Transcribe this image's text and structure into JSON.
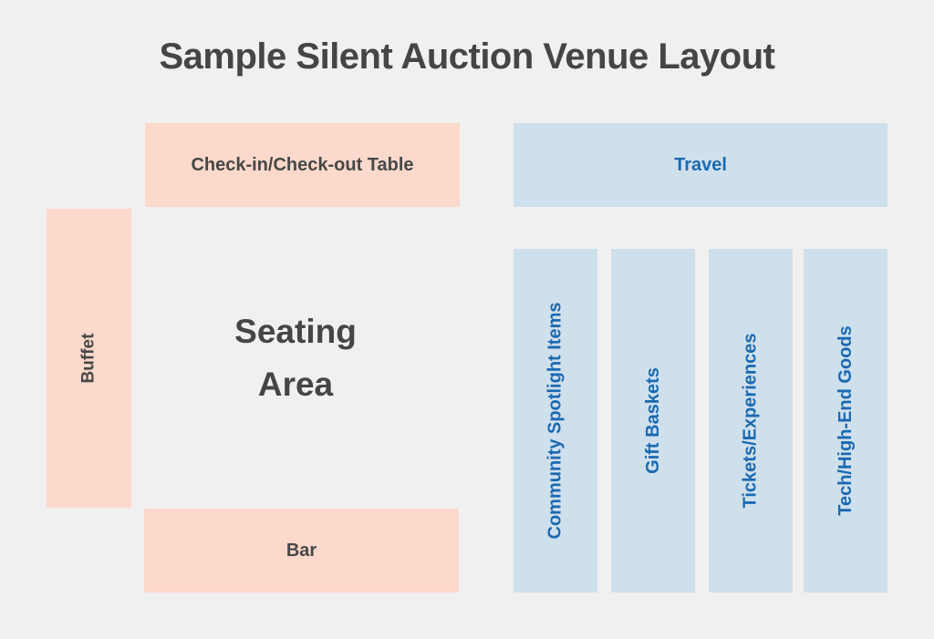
{
  "title": "Sample Silent Auction Venue Layout",
  "colors": {
    "background": "#f1f0f0",
    "food_zone_fill": "#fcd9cb",
    "auction_zone_fill": "#cfe0ed",
    "auction_zone_text": "#1b69b2",
    "dark_text": "#454545"
  },
  "zones": {
    "checkin": {
      "label": "Check-in/Check-out Table"
    },
    "travel": {
      "label": "Travel"
    },
    "buffet": {
      "label": "Buffet"
    },
    "seating": {
      "line1": "Seating",
      "line2": "Area"
    },
    "bar": {
      "label": "Bar"
    },
    "columns": [
      {
        "label": "Community Spotlight Items"
      },
      {
        "label": "Gift Baskets"
      },
      {
        "label": "Tickets/Experiences"
      },
      {
        "label": "Tech/High-End Goods"
      }
    ]
  }
}
